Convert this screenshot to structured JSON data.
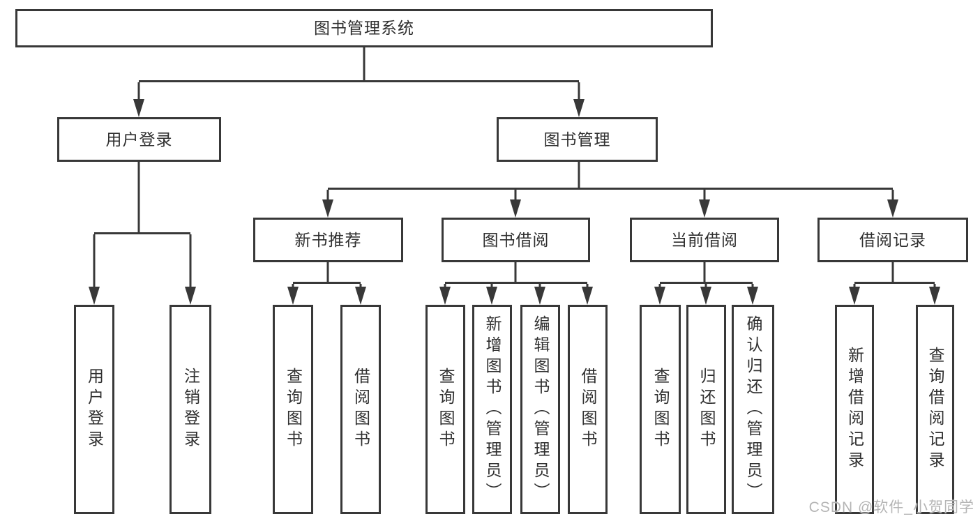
{
  "colors": {
    "line": "#383838",
    "text": "#2f2f2f",
    "watermark": "#b5b5b5",
    "background": "#ffffff"
  },
  "watermark": "CSDN @软件_小贺同学",
  "tree": {
    "label": "图书管理系统",
    "children": [
      {
        "label": "用户登录",
        "children": [
          {
            "label": "用户登录"
          },
          {
            "label": "注销登录"
          }
        ]
      },
      {
        "label": "图书管理",
        "children": [
          {
            "label": "新书推荐",
            "children": [
              {
                "label": "查询图书"
              },
              {
                "label": "借阅图书"
              }
            ]
          },
          {
            "label": "图书借阅",
            "children": [
              {
                "label": "查询图书"
              },
              {
                "label": "新增图书（管理员）"
              },
              {
                "label": "编辑图书（管理员）"
              },
              {
                "label": "借阅图书"
              }
            ]
          },
          {
            "label": "当前借阅",
            "children": [
              {
                "label": "查询图书"
              },
              {
                "label": "归还图书"
              },
              {
                "label": "确认归还（管理员）"
              }
            ]
          },
          {
            "label": "借阅记录",
            "children": [
              {
                "label": "新增借阅记录"
              },
              {
                "label": "查询借阅记录"
              }
            ]
          }
        ]
      }
    ]
  }
}
